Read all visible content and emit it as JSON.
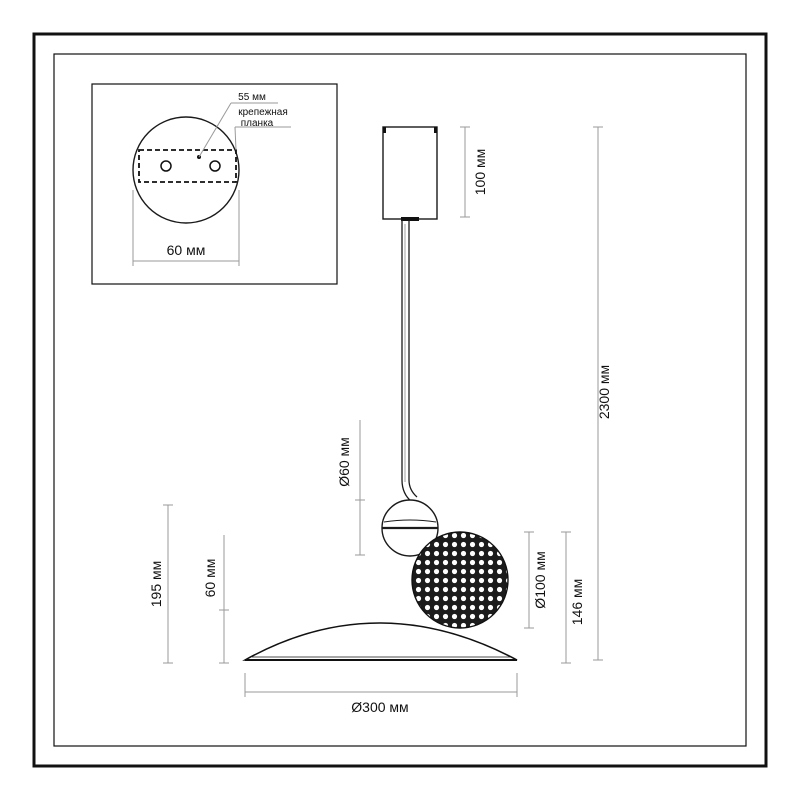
{
  "inset": {
    "width_label": "60 мм",
    "spacing_label": "55 мм",
    "plate_label_line1": "крепежная",
    "plate_label_line2": "планка"
  },
  "dimensions": {
    "canopy_height": "100 мм",
    "total_height": "2300 мм",
    "small_sphere": "Ø60 мм",
    "shade_height": "195 мм",
    "shade_depth": "60 мм",
    "large_sphere": "Ø100 мм",
    "sphere_height": "146 мм",
    "shade_diameter": "Ø300 мм"
  }
}
